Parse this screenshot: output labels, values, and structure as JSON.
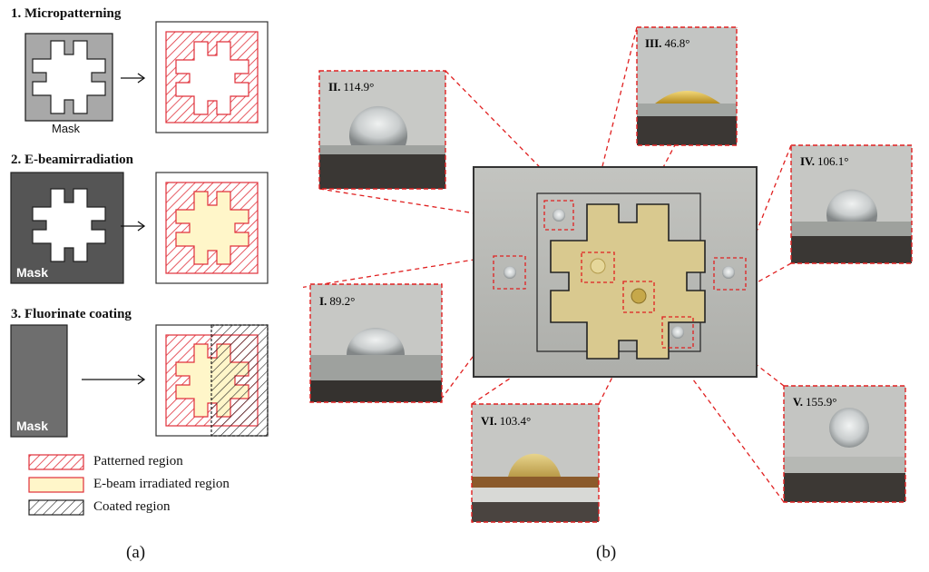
{
  "steps": [
    {
      "title": "1. Micropatterning",
      "mask_label": "Mask"
    },
    {
      "title": "2. E-beamirradiation",
      "mask_label": "Mask"
    },
    {
      "title": "3. Fluorinate coating",
      "mask_label": "Mask"
    }
  ],
  "legend": [
    {
      "label": "Patterned region",
      "style": "hatch-red"
    },
    {
      "label": "E-beam irradiated region",
      "style": "fill-yellow"
    },
    {
      "label": "Coated region",
      "style": "hatch-black"
    }
  ],
  "panel_labels": {
    "a": "(a)",
    "b": "(b)"
  },
  "insets": [
    {
      "numeral": "I.",
      "angle": "89.2°",
      "droplet": "clear"
    },
    {
      "numeral": "II.",
      "angle": "114.9°",
      "droplet": "clear"
    },
    {
      "numeral": "III.",
      "angle": "46.8°",
      "droplet": "yellow"
    },
    {
      "numeral": "IV.",
      "angle": "106.1°",
      "droplet": "clear"
    },
    {
      "numeral": "V.",
      "angle": "155.9°",
      "droplet": "clear"
    },
    {
      "numeral": "VI.",
      "angle": "103.4°",
      "droplet": "yellow"
    }
  ],
  "colors": {
    "hatch_red": "#e0303a",
    "irradiated_fill": "#fff6c9",
    "mask_light": "#a8a8a8",
    "mask_dark": "#555555",
    "mask_mid": "#6e6e6e",
    "dashed_red": "#e02020",
    "photo_gray": "#b9bab6",
    "sample_yellow": "#d9c98f"
  }
}
